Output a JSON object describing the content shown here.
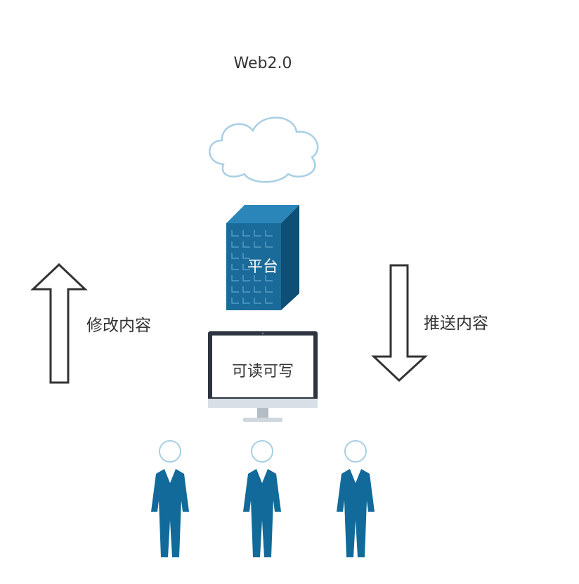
{
  "diagram": {
    "title": "Web2.0",
    "platform_label": "平台",
    "device_label": "可读可写",
    "left_arrow_label": "修改内容",
    "right_arrow_label": "推送内容"
  },
  "icons": {
    "cloud": "cloud-icon",
    "building": "building-icon",
    "monitor": "monitor-icon",
    "users": [
      "person-icon",
      "person-icon",
      "person-icon"
    ],
    "up_arrow": "arrow-up-icon",
    "down_arrow": "arrow-down-icon"
  },
  "colors": {
    "accent": "#1a6b99",
    "cloud_stroke": "#a8cfe3",
    "text": "#333333"
  }
}
